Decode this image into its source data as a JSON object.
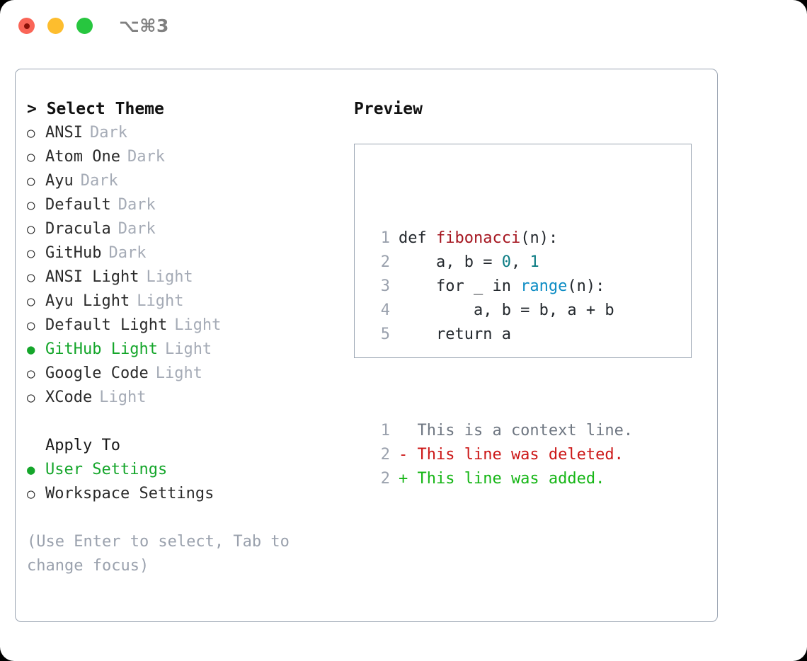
{
  "window": {
    "shortcut": "⌥⌘3",
    "traffic_lights": [
      {
        "name": "close-button",
        "color": "#fa6557"
      },
      {
        "name": "minimize-button",
        "color": "#fdbd2e"
      },
      {
        "name": "maximize-button",
        "color": "#27c63f"
      }
    ]
  },
  "colors": {
    "accent_green": "#15a62b",
    "muted": "#a5abb6",
    "hint": "#9aa1ad",
    "border": "#9aa4b2",
    "diff_add": "#16b616",
    "diff_del": "#cc1717",
    "diff_ctx": "#6e7681",
    "syntax_function": "#a5151f",
    "syntax_number": "#0c7c84",
    "syntax_builtin": "#0c8cc4"
  },
  "theme_panel": {
    "heading": "> Select Theme",
    "items": [
      {
        "marker": "○",
        "label": "ANSI",
        "tag": "Dark",
        "selected": false
      },
      {
        "marker": "○",
        "label": "Atom One",
        "tag": "Dark",
        "selected": false
      },
      {
        "marker": "○",
        "label": "Ayu",
        "tag": "Dark",
        "selected": false
      },
      {
        "marker": "○",
        "label": "Default",
        "tag": "Dark",
        "selected": false
      },
      {
        "marker": "○",
        "label": "Dracula",
        "tag": "Dark",
        "selected": false
      },
      {
        "marker": "○",
        "label": "GitHub",
        "tag": "Dark",
        "selected": false
      },
      {
        "marker": "○",
        "label": "ANSI Light",
        "tag": "Light",
        "selected": false
      },
      {
        "marker": "○",
        "label": "Ayu Light",
        "tag": "Light",
        "selected": false
      },
      {
        "marker": "○",
        "label": "Default Light",
        "tag": "Light",
        "selected": false
      },
      {
        "marker": "●",
        "label": "GitHub Light",
        "tag": "Light",
        "selected": true
      },
      {
        "marker": "○",
        "label": "Google Code",
        "tag": "Light",
        "selected": false
      },
      {
        "marker": "○",
        "label": "XCode",
        "tag": "Light",
        "selected": false
      }
    ]
  },
  "apply_to": {
    "heading": "Apply To",
    "options": [
      {
        "marker": "●",
        "label": "User Settings",
        "selected": true
      },
      {
        "marker": "○",
        "label": "Workspace Settings",
        "selected": false
      }
    ]
  },
  "hint": "(Use Enter to select, Tab to change focus)",
  "preview": {
    "heading": "Preview",
    "code_lines": [
      {
        "num": "1",
        "parts": [
          {
            "t": "def ",
            "k": "plain"
          },
          {
            "t": "fibonacci",
            "k": "fn"
          },
          {
            "t": "(n):",
            "k": "plain"
          }
        ]
      },
      {
        "num": "2",
        "parts": [
          {
            "t": "    a, b = ",
            "k": "plain"
          },
          {
            "t": "0",
            "k": "num"
          },
          {
            "t": ", ",
            "k": "plain"
          },
          {
            "t": "1",
            "k": "num"
          }
        ]
      },
      {
        "num": "3",
        "parts": [
          {
            "t": "    for _ in ",
            "k": "plain"
          },
          {
            "t": "range",
            "k": "bi"
          },
          {
            "t": "(n):",
            "k": "plain"
          }
        ]
      },
      {
        "num": "4",
        "parts": [
          {
            "t": "        a, b = b, a + b",
            "k": "plain"
          }
        ]
      },
      {
        "num": "5",
        "parts": [
          {
            "t": "    return a",
            "k": "plain"
          }
        ]
      }
    ],
    "diff_lines": [
      {
        "num": "1",
        "text": "  This is a context line.",
        "kind": "ctx"
      },
      {
        "num": "2",
        "text": "- This line was deleted.",
        "kind": "del"
      },
      {
        "num": "2",
        "text": "+ This line was added.",
        "kind": "add"
      }
    ]
  }
}
